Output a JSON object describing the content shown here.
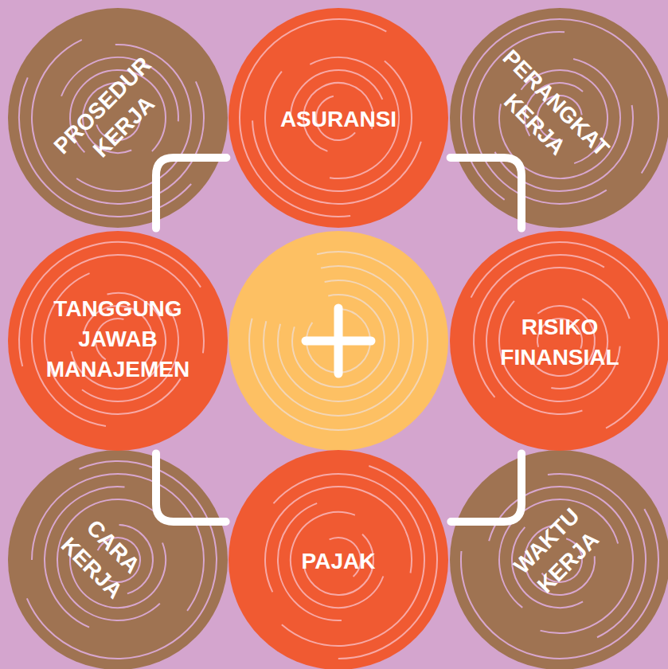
{
  "diagram": {
    "nodes": [
      {
        "text": [
          "PROSEDUR KERJA"
        ]
      },
      {
        "text": [
          "ASURANSI"
        ]
      },
      {
        "text": [
          "PERANGKAT KERJA"
        ]
      },
      {
        "text": [
          "TANGGUNG JAWAB MANAJEMEN"
        ]
      },
      {
        "text": [
          "RISIKO FINANSIAL"
        ]
      },
      {
        "text": [
          "CARA KERJA"
        ]
      },
      {
        "text": [
          "PAJAK"
        ]
      },
      {
        "text": [
          "WAKTU KERJA"
        ]
      }
    ],
    "edges": [
      {
        "from": 3,
        "to": 1,
        "arrow": "none"
      },
      {
        "from": 1,
        "to": 4,
        "arrow": "none"
      },
      {
        "from": 4,
        "to": 6,
        "arrow": "none"
      },
      {
        "from": 6,
        "to": 3,
        "arrow": "none"
      }
    ]
  }
}
